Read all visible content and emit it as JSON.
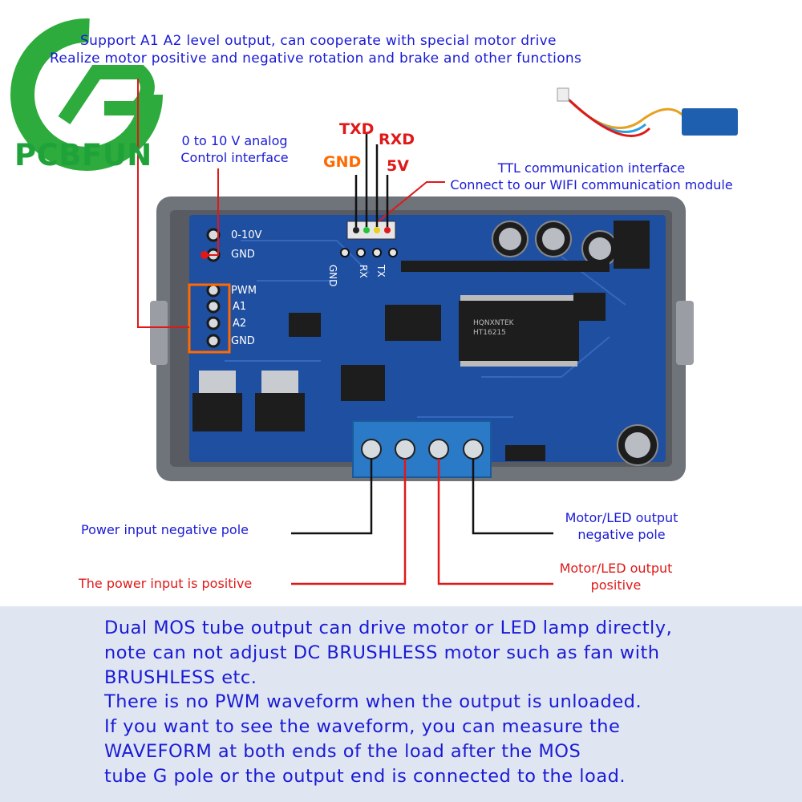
{
  "logo": {
    "text": "PCBFUN",
    "color": "#1fa23a"
  },
  "top_note": {
    "line1": "Support A1 A2 level output, can cooperate with special motor drive",
    "line2": "Realize motor positive and negative rotation and brake and other functions"
  },
  "analog": {
    "line1": "0 to 10 V analog",
    "line2": "Control interface"
  },
  "ttl_pins": {
    "txd": "TXD",
    "rxd": "RXD",
    "gnd": "GND",
    "v5": "5V"
  },
  "ttl": {
    "line1": "TTL communication interface",
    "line2": "Connect to our WIFI communication module"
  },
  "board": {
    "in_0_10v": "0-10V",
    "in_gnd": "GND",
    "pwm": "PWM",
    "a1": "A1",
    "a2": "A2",
    "gnd2": "GND",
    "hdr_gnd": "GND",
    "hdr_rx": "RX",
    "hdr_tx": "TX",
    "chip_text1": "HQNXNTEK",
    "chip_text2": "HT16215"
  },
  "terminals": {
    "neg_in": "Power input negative pole",
    "pos_in": "The power input is positive",
    "out_neg_1": "Motor/LED output",
    "out_neg_2": "negative pole",
    "out_pos_1": "Motor/LED output",
    "out_pos_2": "positive"
  },
  "bottom_lines": [
    "Dual MOS tube output can drive motor or LED lamp directly,",
    "note can not adjust DC BRUSHLESS motor such as fan with",
    "BRUSHLESS etc.",
    "There is no PWM waveform when the output is unloaded.",
    "If you want to see the waveform, you can measure the",
    "WAVEFORM at both ends of the load after the MOS",
    "tube G pole or the output end is connected to the load."
  ],
  "colors": {
    "text_blue": "#1a1ad6",
    "text_red": "#e01818",
    "pin_orange": "#ff6a00",
    "pcb": "#1f4fa0",
    "panel": "#dfe6f2"
  }
}
